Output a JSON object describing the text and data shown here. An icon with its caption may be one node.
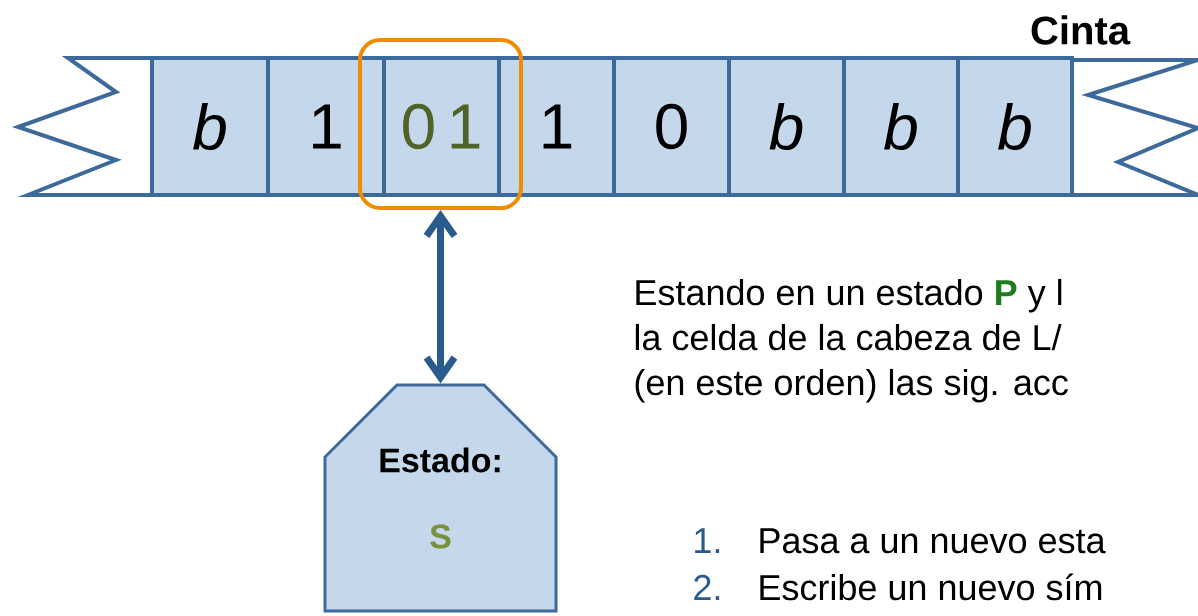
{
  "diagram": {
    "nodes": [
      {
        "text": [],
        "shape": "band",
        "beside": [
          "Cinta"
        ]
      },
      {
        "text": [
          "b"
        ],
        "in": 0
      },
      {
        "text": [
          "1"
        ],
        "in": 0
      },
      {
        "text": [],
        "shape": "box"
      },
      {
        "text": [
          "0",
          "1"
        ],
        "in": 3
      },
      {
        "text": [
          "1"
        ],
        "in": 0
      },
      {
        "text": [
          "0"
        ],
        "in": 0
      },
      {
        "text": [
          "b"
        ],
        "in": 0
      },
      {
        "text": [
          "b"
        ],
        "in": 0
      },
      {
        "text": [
          "b"
        ],
        "in": 0
      },
      {
        "text": [
          "Estado:",
          "S"
        ]
      }
    ],
    "edges": [
      {
        "from": 3,
        "to": 10,
        "arrow": "both"
      }
    ],
    "labels": [
      "Estando en un estado",
      "P",
      "y l",
      "la celda de la cabeza de L/",
      "(en este orden) las sig. acc",
      "1.",
      "Pasa a un nuevo esta",
      "2.",
      "Escribe un nuevo sím"
    ]
  }
}
